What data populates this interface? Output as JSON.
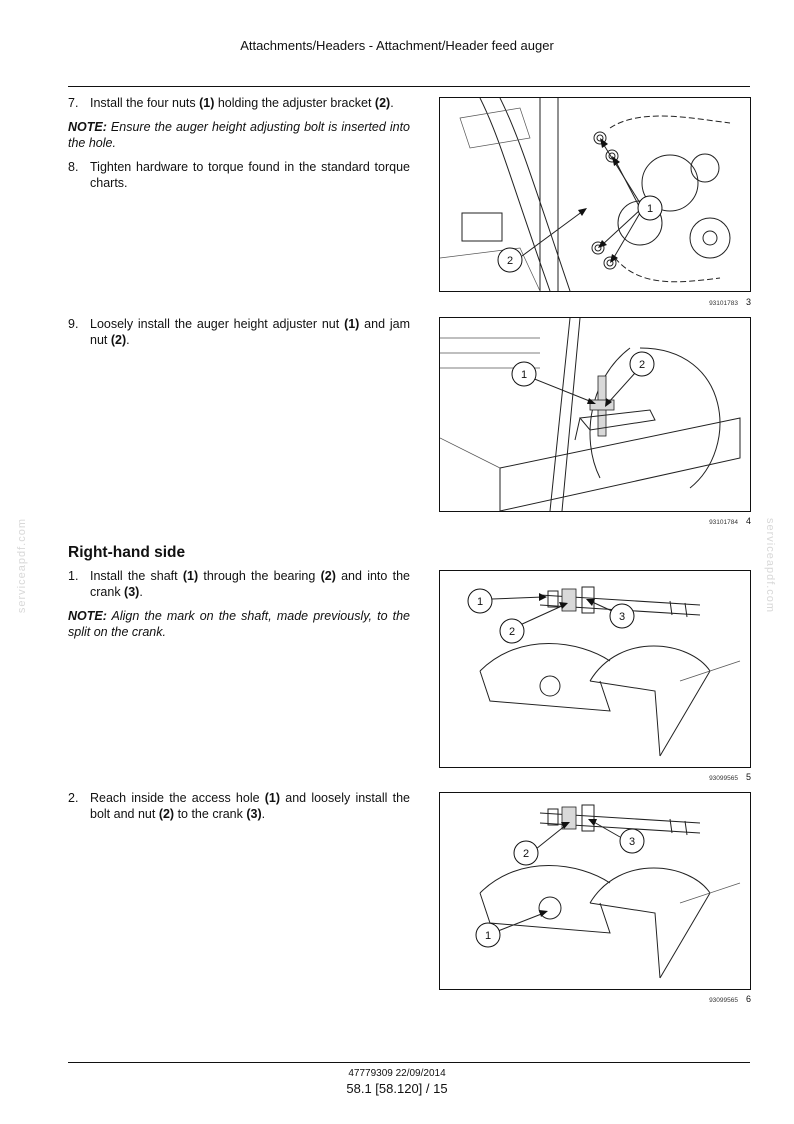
{
  "header": {
    "title": "Attachments/Headers - Attachment/Header feed auger"
  },
  "steps_top": [
    {
      "num": "7.",
      "pre": "Install the four nuts ",
      "b1": "(1)",
      "mid": " holding the adjuster bracket ",
      "b2": "(2)",
      "post": "."
    },
    {
      "note_label": "NOTE:",
      "note_text": " Ensure the auger height adjusting bolt is inserted into the hole."
    },
    {
      "num": "8.",
      "text": "Tighten hardware to torque found in the standard torque charts."
    }
  ],
  "step9": {
    "num": "9.",
    "pre": "Loosely install the auger height adjuster nut ",
    "b1": "(1)",
    "mid": " and jam nut ",
    "b2": "(2)",
    "post": "."
  },
  "section": {
    "heading": "Right-hand side"
  },
  "rh_step1": {
    "num": "1.",
    "pre": "Install the shaft ",
    "b1": "(1)",
    "mid": " through the bearing ",
    "b2": "(2)",
    "mid2": " and into the crank ",
    "b3": "(3)",
    "post": "."
  },
  "rh_note": {
    "label": "NOTE:",
    "text": " Align the mark on the shaft, made previously, to the split on the crank."
  },
  "rh_step2": {
    "num": "2.",
    "pre": "Reach inside the access hole ",
    "b1": "(1)",
    "mid": " and loosely install the bolt and nut ",
    "b2": "(2)",
    "mid2": " to the crank ",
    "b3": "(3)",
    "post": "."
  },
  "figures": [
    {
      "code": "93101783",
      "number": "3",
      "callouts": [
        "1",
        "2"
      ]
    },
    {
      "code": "93101784",
      "number": "4",
      "callouts": [
        "1",
        "2"
      ]
    },
    {
      "code": "93099565",
      "number": "5",
      "callouts": [
        "1",
        "2",
        "3"
      ]
    },
    {
      "code": "93099565",
      "number": "6",
      "callouts": [
        "1",
        "2",
        "3"
      ]
    }
  ],
  "footer": {
    "doc_code": "47779309 22/09/2014",
    "page": "58.1 [58.120] / 15"
  },
  "watermark": "serviceapdf.com"
}
